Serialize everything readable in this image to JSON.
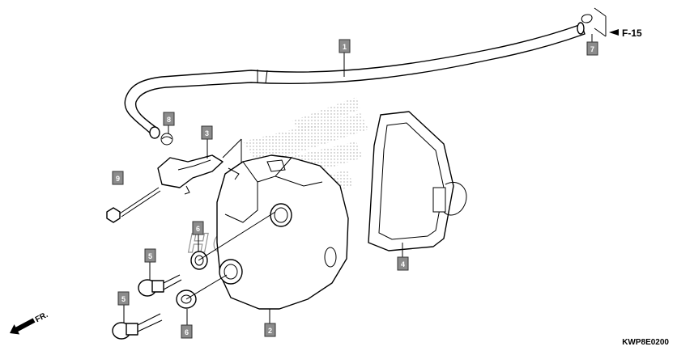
{
  "diagram": {
    "drawing_code": "KWP8E0200",
    "reference_label": "F-15",
    "front_label": "FR.",
    "watermark": "HONDA",
    "callouts": [
      {
        "id": "c1",
        "number": "1"
      },
      {
        "id": "c2",
        "number": "2"
      },
      {
        "id": "c3",
        "number": "3"
      },
      {
        "id": "c4",
        "number": "4"
      },
      {
        "id": "c5a",
        "number": "5"
      },
      {
        "id": "c5b",
        "number": "5"
      },
      {
        "id": "c6a",
        "number": "6"
      },
      {
        "id": "c6b",
        "number": "6"
      },
      {
        "id": "c7",
        "number": "7"
      },
      {
        "id": "c8",
        "number": "8"
      },
      {
        "id": "c9",
        "number": "9"
      }
    ]
  }
}
